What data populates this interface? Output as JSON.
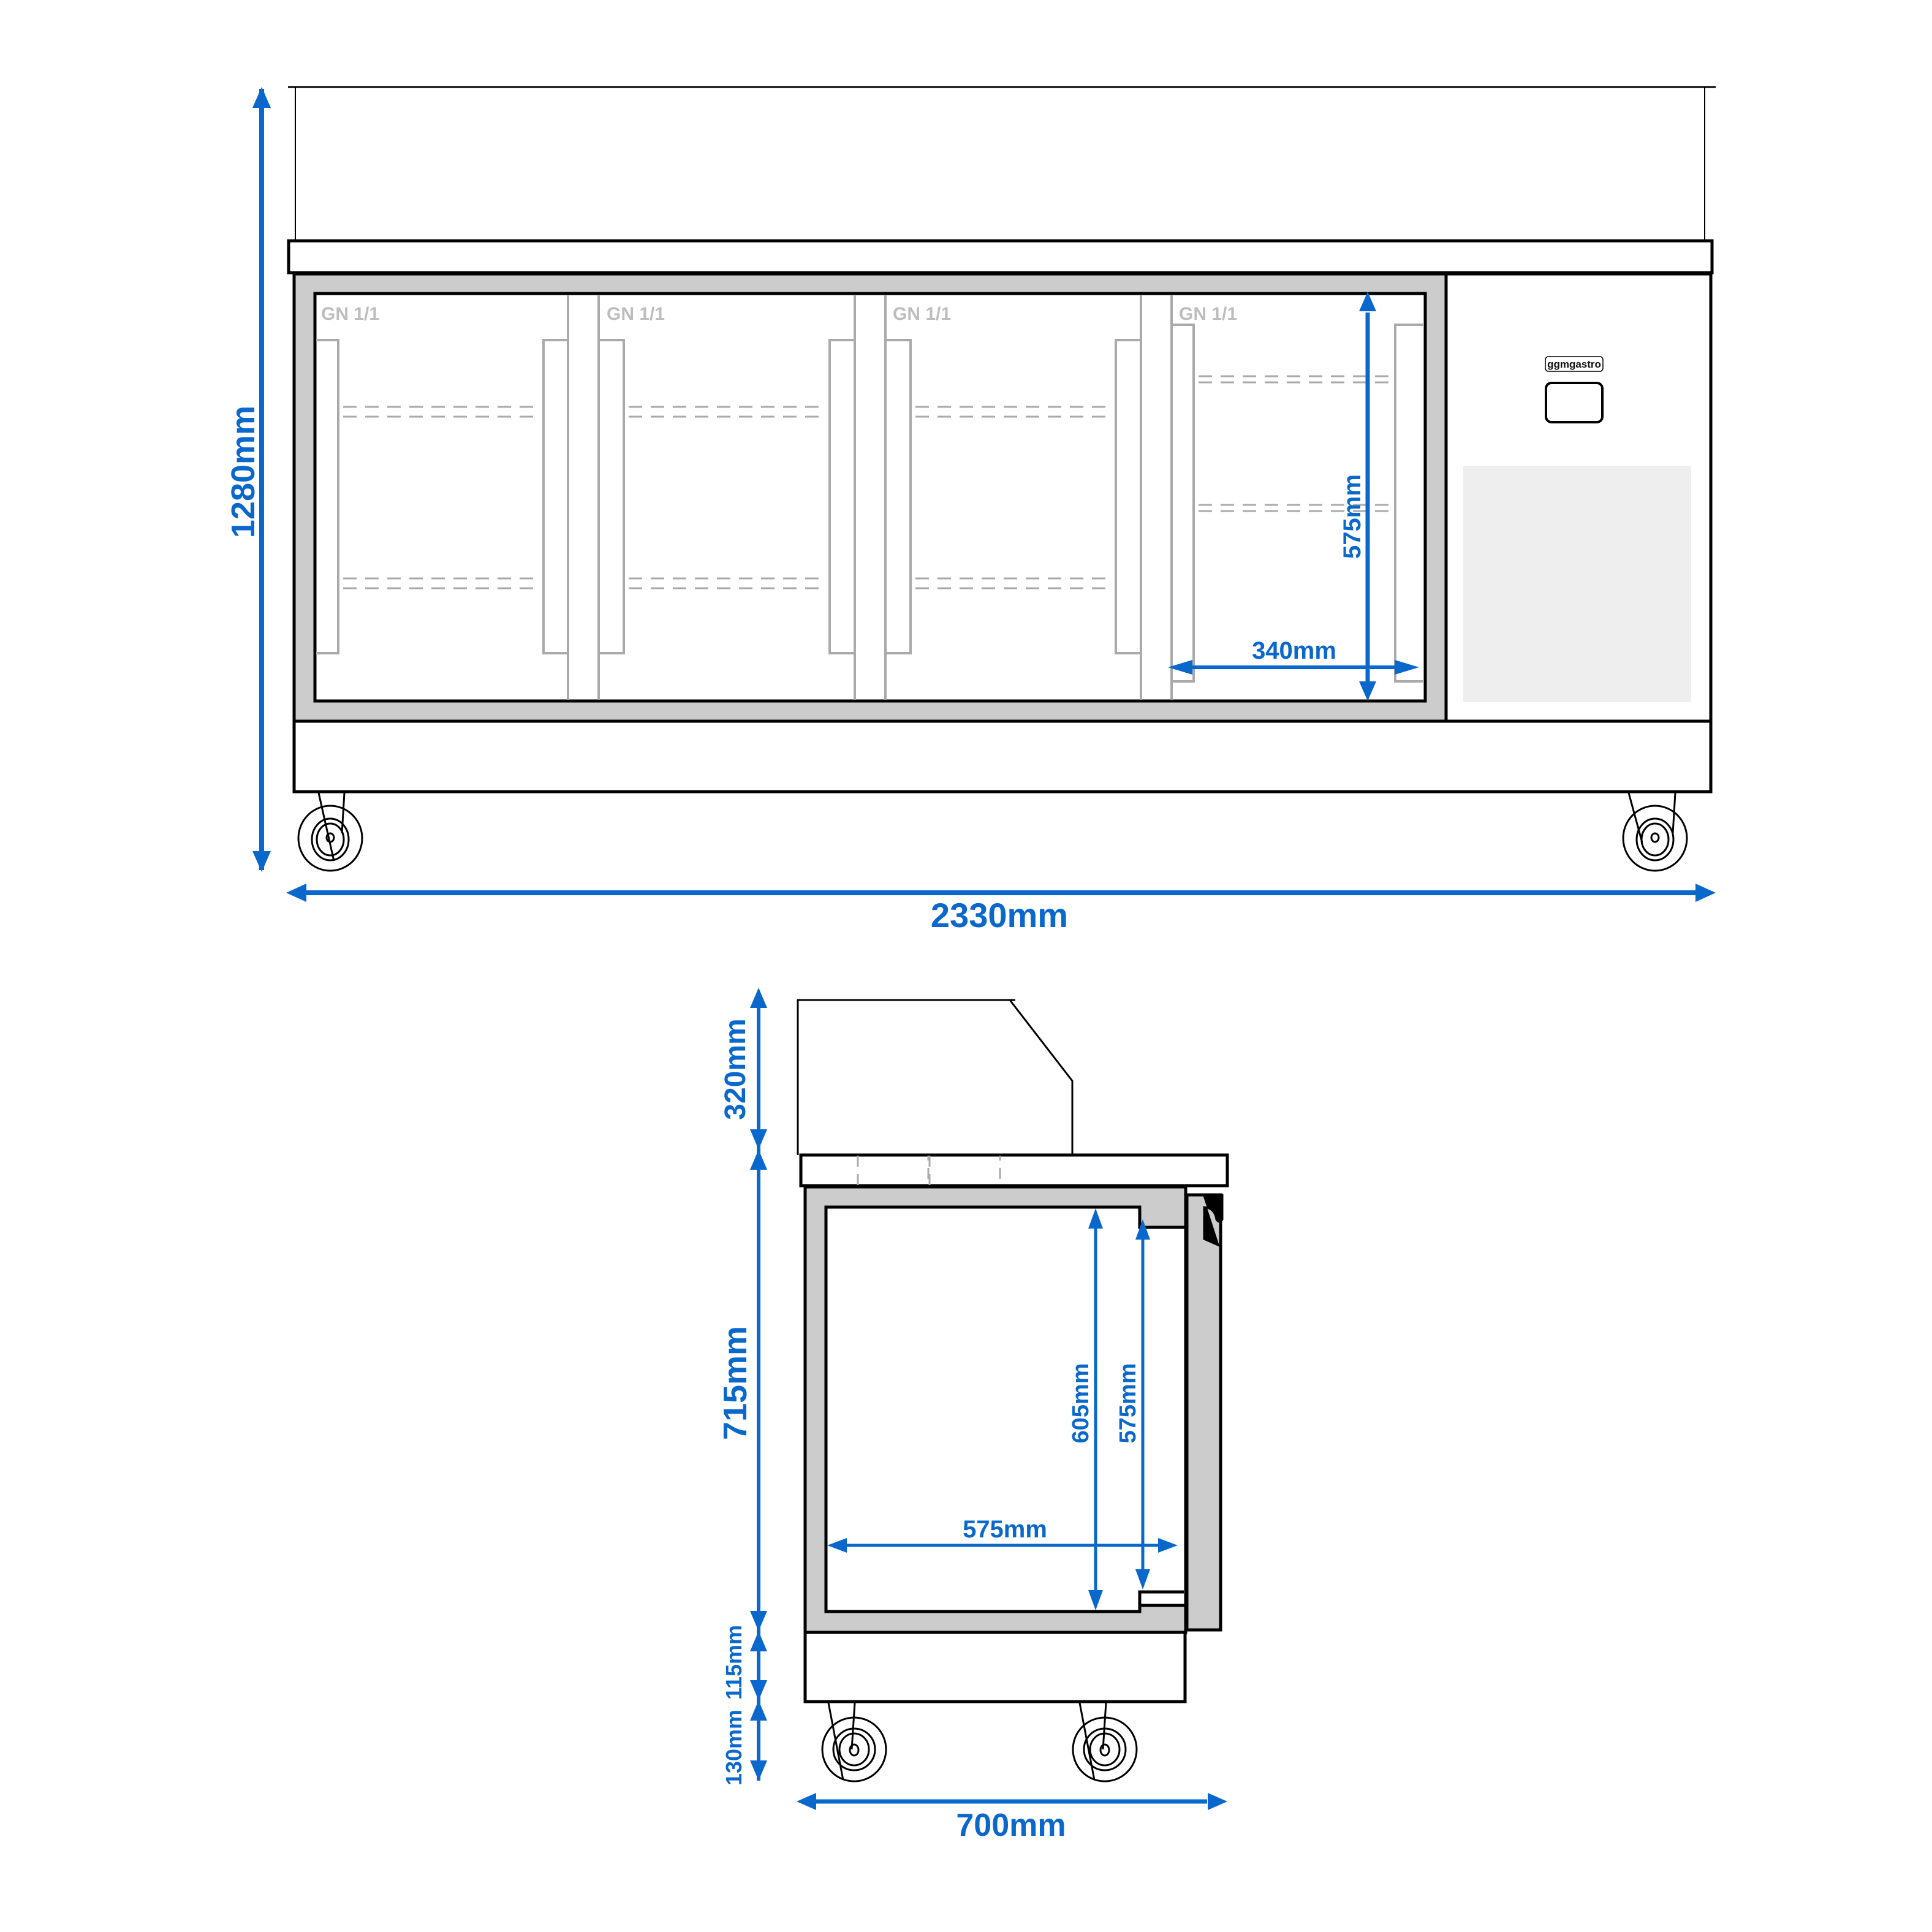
{
  "colors": {
    "dimension": "#0a68cc",
    "outline": "#000000",
    "panel_fill": "#cccccc",
    "label_gray": "#bdbdbd",
    "vent_fill": "#eeeeee"
  },
  "front_view": {
    "compartments": [
      {
        "label": "GN 1/1"
      },
      {
        "label": "GN 1/1"
      },
      {
        "label": "GN 1/1"
      },
      {
        "label": "GN 1/1"
      }
    ],
    "brand_label": "ggmgastro",
    "dimensions": {
      "total_height": "1280mm",
      "total_width": "2330mm",
      "inner_height": "575mm",
      "inner_width": "340mm"
    }
  },
  "side_view": {
    "dimensions": {
      "lid_height": "320mm",
      "body_height": "715mm",
      "base_height": "115mm",
      "caster_height": "130mm",
      "depth": "700mm",
      "inner_height_outer": "605mm",
      "inner_height_door": "575mm",
      "inner_depth": "575mm"
    }
  }
}
